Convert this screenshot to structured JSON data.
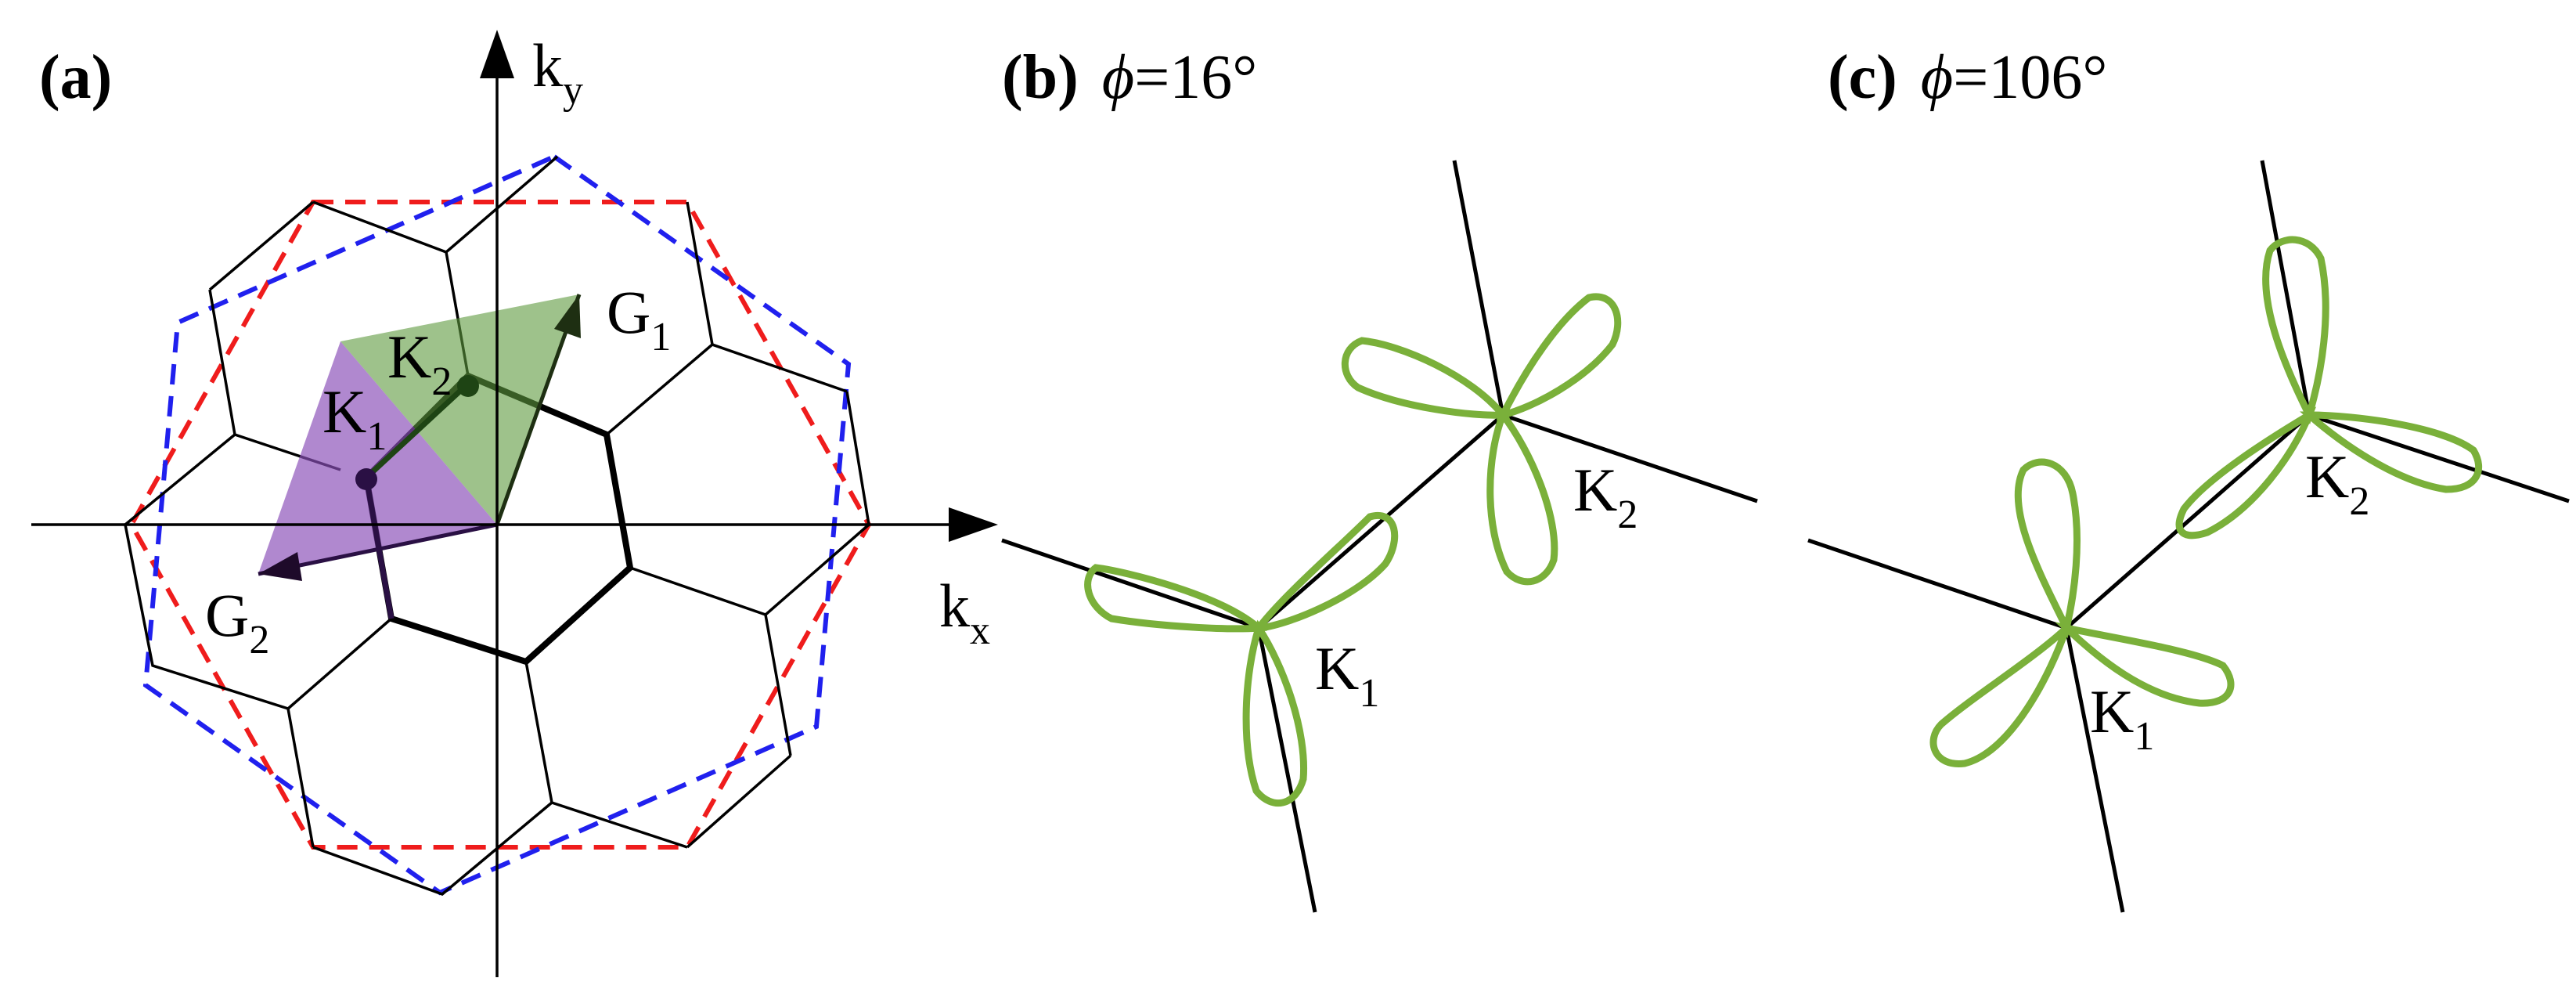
{
  "colors": {
    "axis": "#000000",
    "lattice": "#000000",
    "bz_red_dashed": "#ef1c1c",
    "bz_blue_dashed": "#2020ee",
    "triangle_green": "#5e9a3e",
    "triangle_purple": "#8a4fb8",
    "lobes_green": "#7ab03a",
    "k2_dot": "#1e4414",
    "k1_dot": "#2a1044"
  },
  "panel_a": {
    "label": "(a)",
    "axis_x": {
      "main": "k",
      "sub": "x"
    },
    "axis_y": {
      "main": "k",
      "sub": "y"
    },
    "G1": {
      "main": "G",
      "sub": "1"
    },
    "G2": {
      "main": "G",
      "sub": "2"
    },
    "K1": {
      "main": "K",
      "sub": "1"
    },
    "K2": {
      "main": "K",
      "sub": "2"
    }
  },
  "panel_b": {
    "label": "(b)",
    "phi_symbol": "ϕ",
    "angle": "=16°",
    "K1": {
      "main": "K",
      "sub": "1"
    },
    "K2": {
      "main": "K",
      "sub": "2"
    }
  },
  "panel_c": {
    "label": "(c)",
    "phi_symbol": "ϕ",
    "angle": "=106°",
    "K1": {
      "main": "K",
      "sub": "1"
    },
    "K2": {
      "main": "K",
      "sub": "2"
    }
  }
}
